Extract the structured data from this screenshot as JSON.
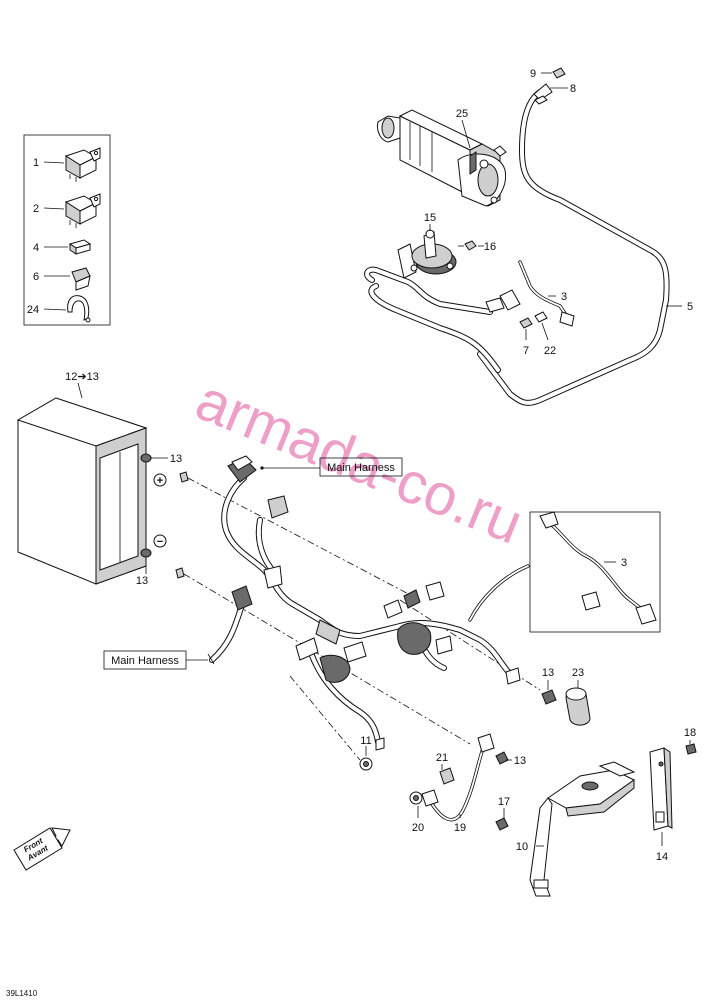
{
  "watermark": "armada-co.ru",
  "drawing_id": "39L1410",
  "direction_label": {
    "line1": "Front",
    "line2": "Avant"
  },
  "harness_labels": [
    "Main Harness",
    "Main Harness"
  ],
  "battery_label": "12➔13",
  "polarity": {
    "positive": "+",
    "negative": "−"
  },
  "callouts": {
    "c1": "1",
    "c2": "2",
    "c3a": "3",
    "c3b": "3",
    "c4": "4",
    "c5": "5",
    "c6": "6",
    "c7": "7",
    "c8": "8",
    "c9": "9",
    "c10": "10",
    "c11": "11",
    "c13a": "13",
    "c13b": "13",
    "c13c": "13",
    "c13d": "13",
    "c14": "14",
    "c15": "15",
    "c16": "16",
    "c17": "17",
    "c18": "18",
    "c19": "19",
    "c20": "20",
    "c21": "21",
    "c22": "22",
    "c23": "23",
    "c24": "24",
    "c25": "25"
  }
}
